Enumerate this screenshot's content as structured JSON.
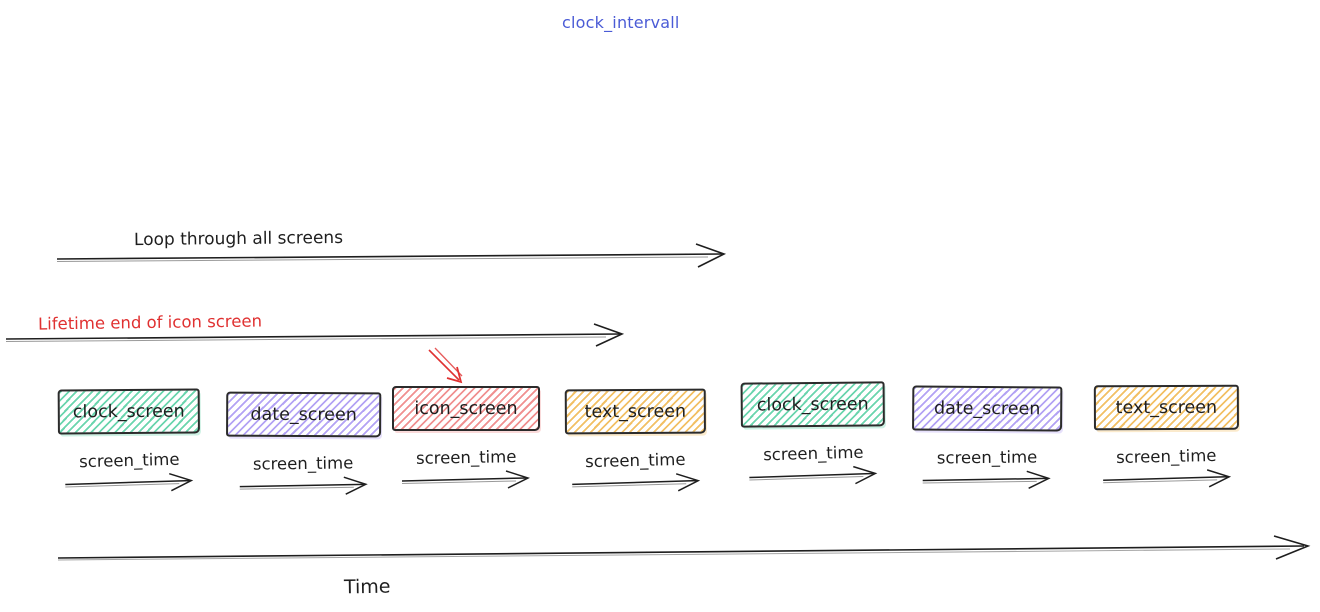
{
  "title": "clock_intervall",
  "annotations": {
    "loop_label": "Loop through all screens",
    "lifetime_label": "Lifetime end of icon screen",
    "time_label": "Time"
  },
  "screens": [
    {
      "label": "clock_screen",
      "color": "#6bd5ae",
      "time_label": "screen_time"
    },
    {
      "label": "date_screen",
      "color": "#b3a3f4",
      "time_label": "screen_time"
    },
    {
      "label": "icon_screen",
      "color": "#f09191",
      "time_label": "screen_time",
      "annotated": true
    },
    {
      "label": "text_screen",
      "color": "#f2c065",
      "time_label": "screen_time"
    },
    {
      "label": "clock_screen",
      "color": "#6bd5ae",
      "time_label": "screen_time"
    },
    {
      "label": "date_screen",
      "color": "#b3a3f4",
      "time_label": "screen_time"
    },
    {
      "label": "text_screen",
      "color": "#f2c065",
      "time_label": "screen_time"
    }
  ],
  "colors": {
    "title": "#4a5bd6",
    "stroke": "#1e1e1e",
    "annotation_red": "#e03131",
    "background": "#ffffff"
  }
}
